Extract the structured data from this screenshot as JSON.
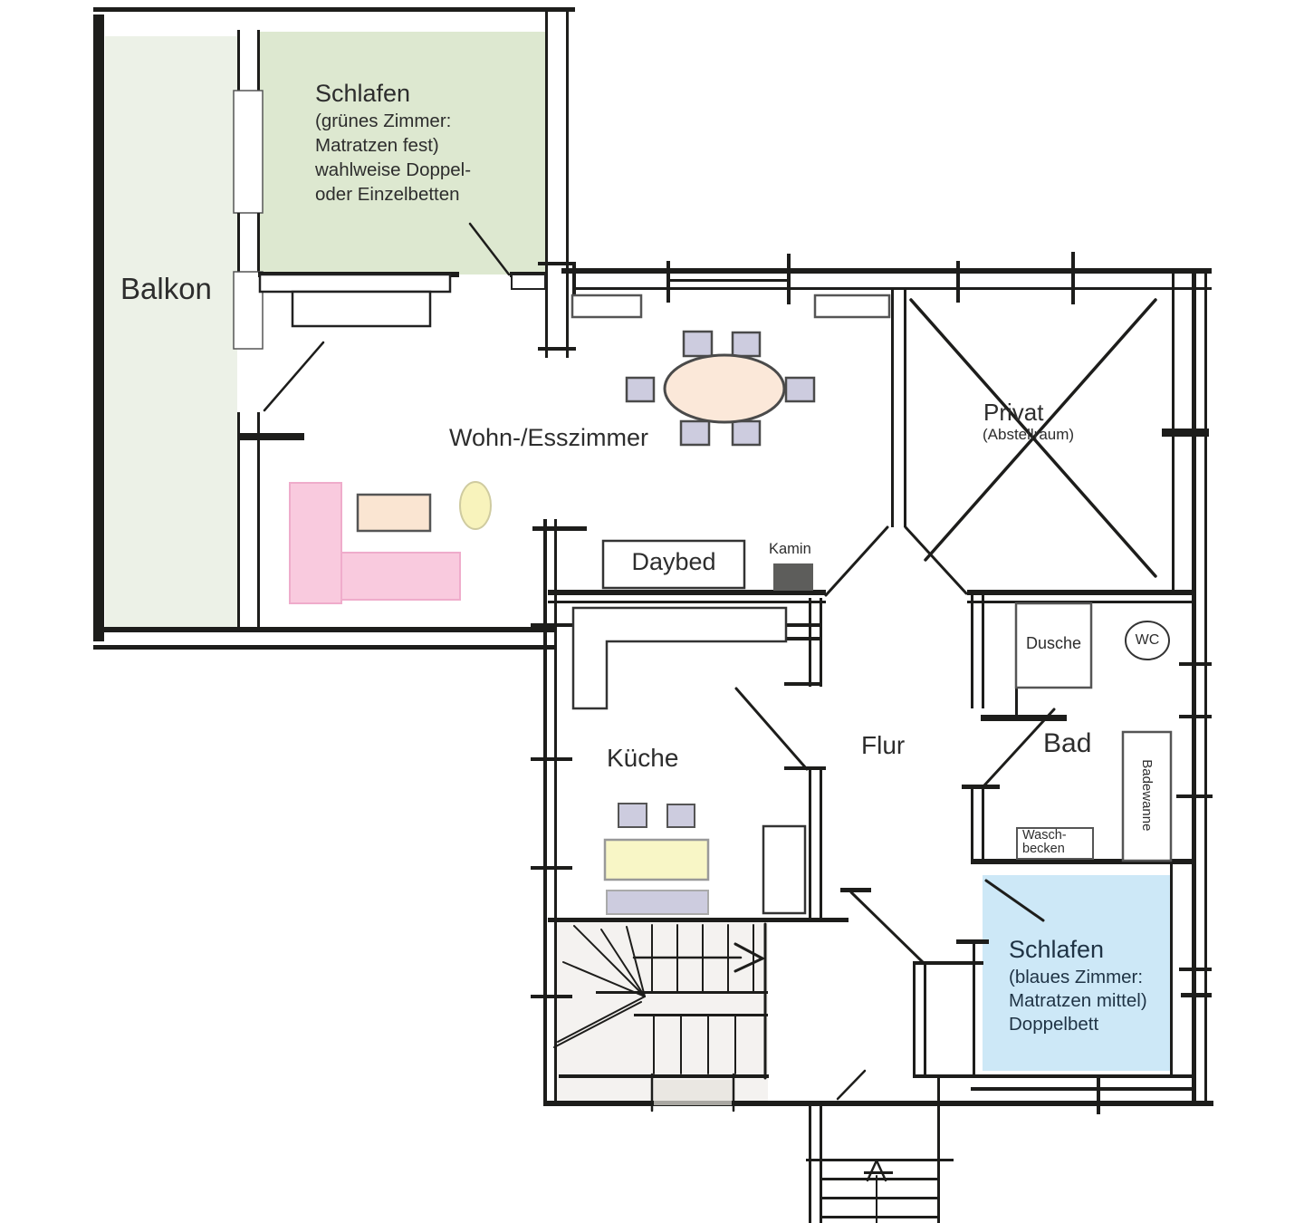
{
  "colors": {
    "wall": "#1d1d1b",
    "balkon_fill": "#ecf1e7",
    "green_room_fill": "#dde8d0",
    "blue_room_fill": "#cde8f7",
    "sofa_pink": "#f9cade",
    "sofa_pink_border": "#efaccb",
    "coffee_table_peach": "#fae5d2",
    "dining_table_peach": "#fbe8d9",
    "chair_lavender": "#cdccdf",
    "side_table_yellow": "#f8f3bc",
    "kitchen_table_yellow": "#f8f6c6",
    "kamin_gray": "#5d5d5b",
    "text": "#2d2d2d",
    "blue_room_text": "#1f3345"
  },
  "rooms": {
    "balkon": {
      "label": "Balkon"
    },
    "schlafen_gruen": {
      "title": "Schlafen",
      "line1": "(grünes Zimmer:",
      "line2": "Matratzen fest)",
      "line3": "wahlweise Doppel-",
      "line4": "oder Einzelbetten"
    },
    "wohn_esszimmer": {
      "label": "Wohn-/Esszimmer"
    },
    "privat": {
      "title": "Privat",
      "subtitle": "(Abstellraum)"
    },
    "kueche": {
      "label": "Küche"
    },
    "flur": {
      "label": "Flur"
    },
    "bad": {
      "label": "Bad"
    },
    "schlafen_blau": {
      "title": "Schlafen",
      "line1": "(blaues Zimmer:",
      "line2": "Matratzen mittel)",
      "line3": "Doppelbett"
    }
  },
  "fixtures": {
    "daybed": {
      "label": "Daybed"
    },
    "kamin": {
      "label": "Kamin"
    },
    "dusche": {
      "label": "Dusche"
    },
    "wc": {
      "label": "WC"
    },
    "badewanne": {
      "label": "Badewanne"
    },
    "waschbecken": {
      "line1": "Wasch-",
      "line2": "becken"
    }
  }
}
